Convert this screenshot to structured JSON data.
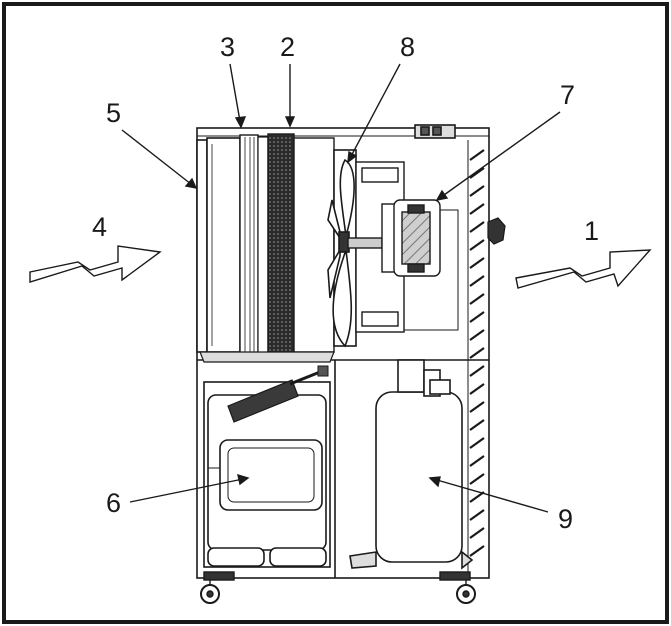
{
  "labels": {
    "n1": "1",
    "n2": "2",
    "n3": "3",
    "n4": "4",
    "n5": "5",
    "n6": "6",
    "n7": "7",
    "n8": "8",
    "n9": "9"
  },
  "colors": {
    "line": "#1a1a1a",
    "fill": "#ffffff",
    "filter": "#2a2a2a"
  }
}
